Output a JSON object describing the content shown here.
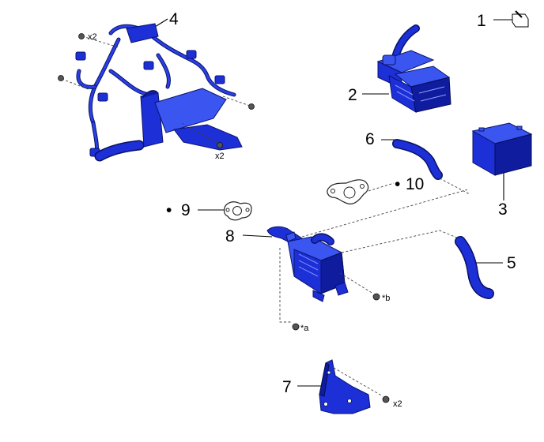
{
  "parts": [
    {
      "id": "1",
      "label": "1"
    },
    {
      "id": "2",
      "label": "2"
    },
    {
      "id": "3",
      "label": "3"
    },
    {
      "id": "4",
      "label": "4"
    },
    {
      "id": "5",
      "label": "5"
    },
    {
      "id": "6",
      "label": "6"
    },
    {
      "id": "7",
      "label": "7"
    },
    {
      "id": "8",
      "label": "8"
    },
    {
      "id": "9",
      "label": "9"
    },
    {
      "id": "10",
      "label": "10"
    }
  ],
  "markers": {
    "dot": "•"
  },
  "annotations": {
    "qty_x2": "x2",
    "star_a": "*a",
    "star_b": "*b"
  },
  "colors": {
    "part_blue": "#1d2fd6",
    "outline": "#0a1470"
  }
}
